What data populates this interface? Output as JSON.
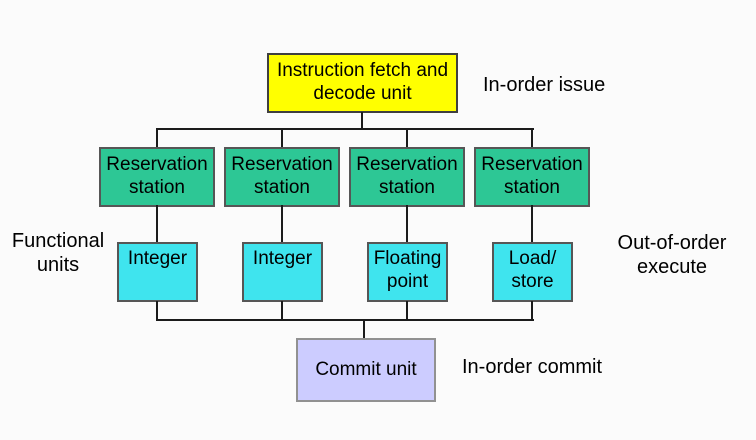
{
  "diagram": {
    "fetch_unit": {
      "label": "Instruction fetch and decode unit"
    },
    "reservation_stations": [
      {
        "label": "Reservation station"
      },
      {
        "label": "Reservation station"
      },
      {
        "label": "Reservation station"
      },
      {
        "label": "Reservation station"
      }
    ],
    "functional_units": [
      {
        "lines": [
          "Integer",
          ""
        ]
      },
      {
        "lines": [
          "Integer",
          ""
        ]
      },
      {
        "lines": [
          "Floating",
          "point"
        ]
      },
      {
        "lines": [
          "Load/",
          "store"
        ]
      }
    ],
    "commit_unit": {
      "label": "Commit unit"
    },
    "annotations": {
      "issue": "In-order issue",
      "functional_units": "Functional units",
      "execute": "Out-of-order execute",
      "commit": "In-order commit"
    },
    "colors": {
      "fetch_fill": "#ffff00",
      "reservation_fill": "#2dc795",
      "functional_fill": "#3fe4ee",
      "commit_fill": "#ccccff",
      "wire": "#1b1b1b"
    }
  }
}
